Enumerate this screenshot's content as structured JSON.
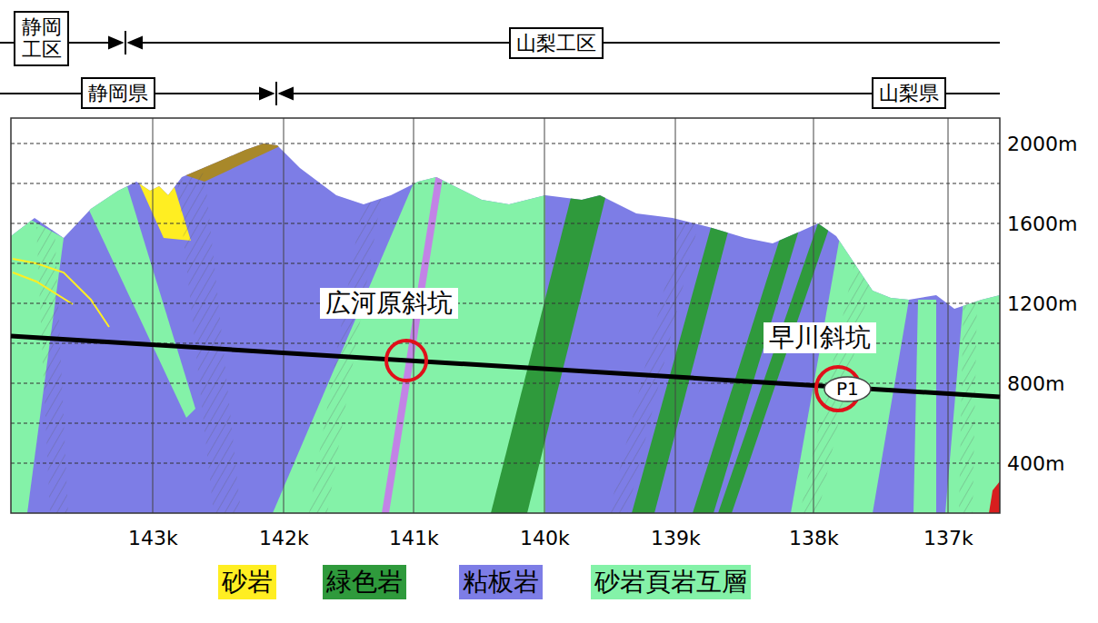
{
  "diagram": {
    "nodes": [
      {
        "text": [
          "静岡工区"
        ]
      },
      {
        "text": [
          "山梨工区"
        ]
      },
      {
        "text": [
          "静岡県"
        ]
      },
      {
        "text": [
          "山梨県"
        ]
      },
      {
        "text": [
          "広河原斜坑"
        ]
      },
      {
        "text": [
          "早川斜坑"
        ]
      },
      {
        "text": [
          "P1"
        ]
      }
    ],
    "labels": [
      "2000m",
      "1600m",
      "1200m",
      "800m",
      "400m",
      "143k",
      "142k",
      "141k",
      "140k",
      "139k",
      "138k",
      "137k"
    ],
    "legend": [
      {
        "text": "砂岩",
        "color": "#ffee22"
      },
      {
        "text": "緑色岩",
        "color": "#2f9a3c"
      },
      {
        "text": "粘板岩",
        "color": "#7d7de6"
      },
      {
        "text": "砂岩頁岩互層",
        "color": "#84f2a8"
      }
    ]
  }
}
